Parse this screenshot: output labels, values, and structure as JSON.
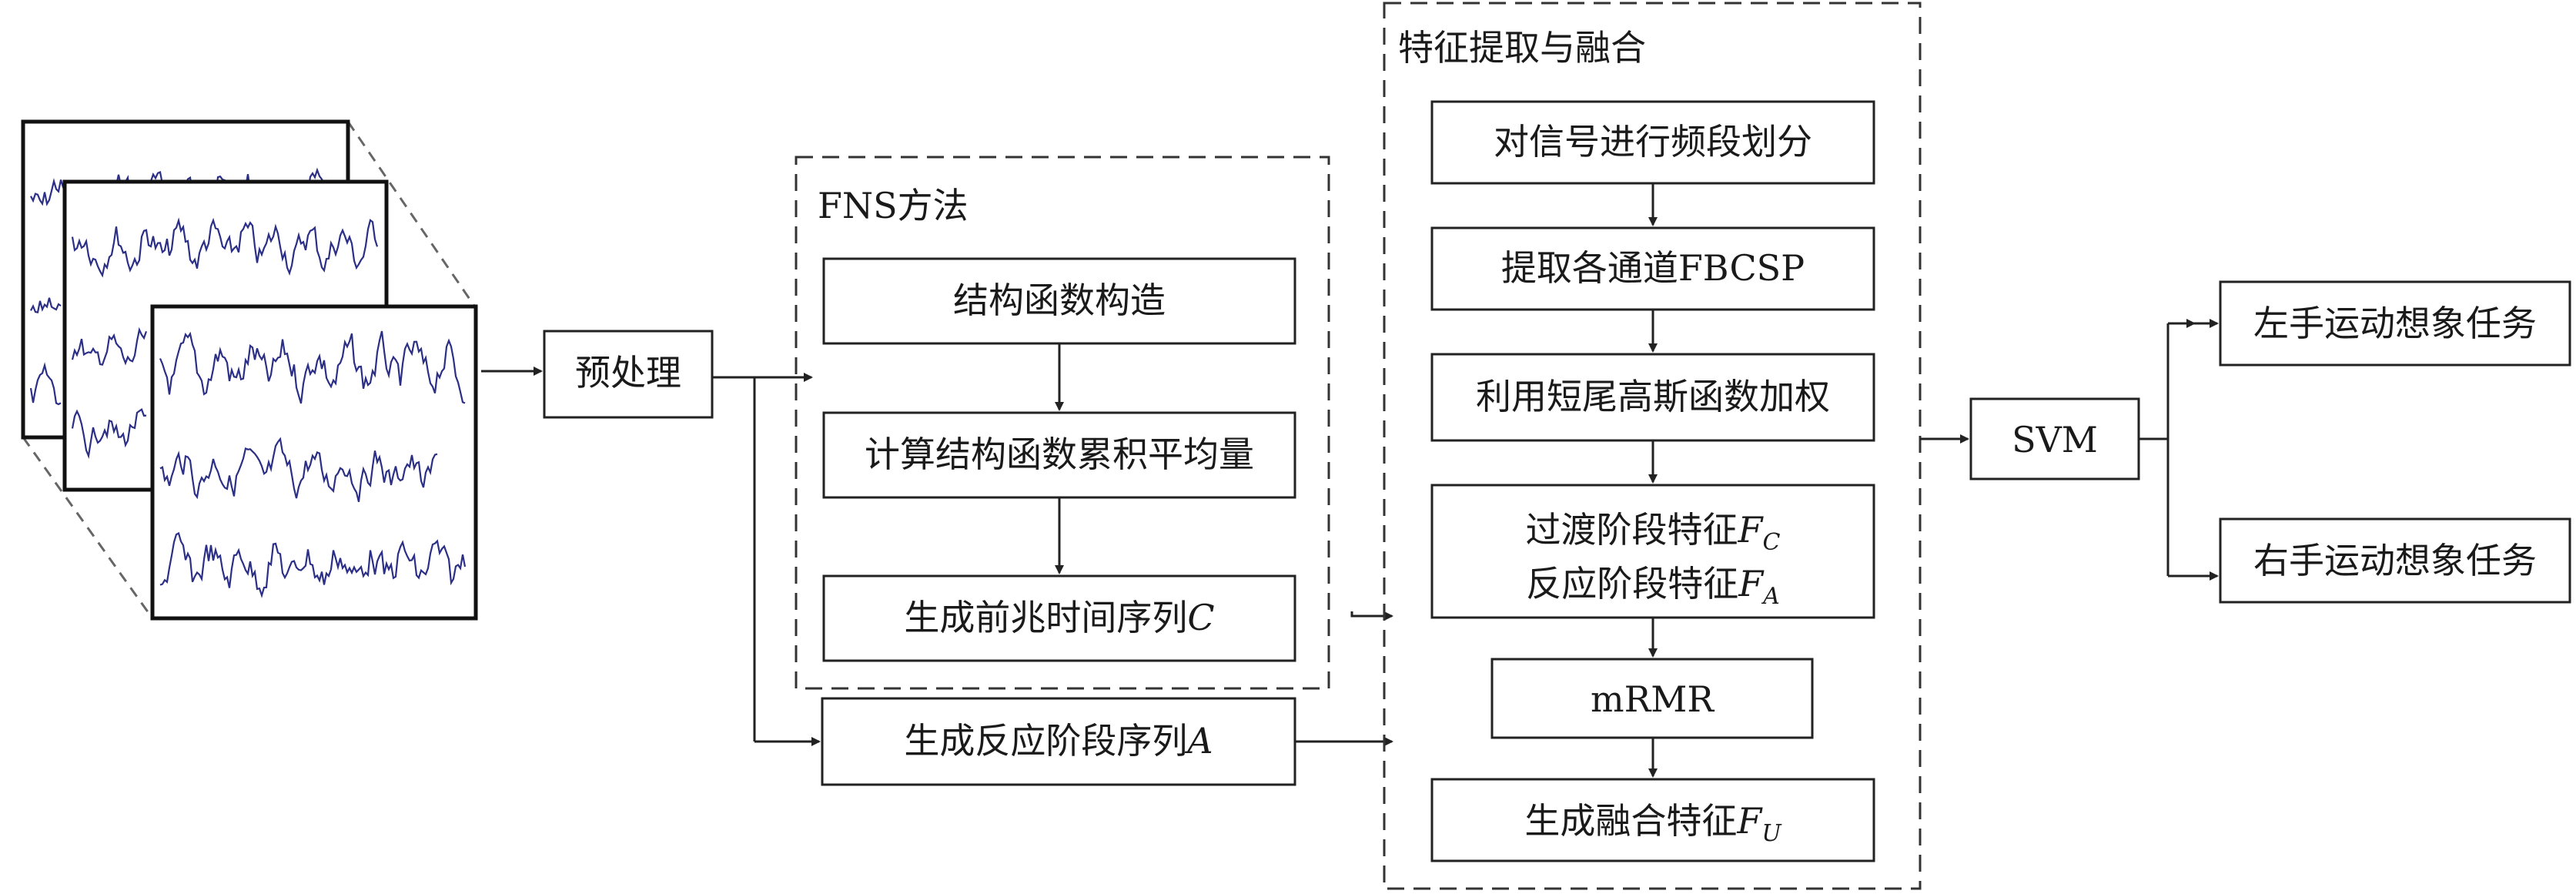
{
  "preprocess": "预处理",
  "fns": {
    "title": "FNS方法",
    "step1": "结构函数构造",
    "step2": "计算结构函数累积平均量",
    "step3_text": "生成前兆时间序列",
    "step3_var": "C"
  },
  "reaction_seq": {
    "text": "生成反应阶段序列",
    "var": "A"
  },
  "feature": {
    "title": "特征提取与融合",
    "step1": "对信号进行频段划分",
    "step2": "提取各通道FBCSP",
    "step3": "利用短尾高斯函数加权",
    "step4_line1_text": "过渡阶段特征",
    "step4_line1_var": "F",
    "step4_line1_sub": "C",
    "step4_line2_text": "反应阶段特征",
    "step4_line2_var": "F",
    "step4_line2_sub": "A",
    "step5": "mRMR",
    "step6_text": "生成融合特征",
    "step6_var": "F",
    "step6_sub": "U"
  },
  "svm": "SVM",
  "outputs": {
    "left": "左手运动想象任务",
    "right": "右手运动想象任务"
  },
  "colors": {
    "signal": "#2b2f86",
    "line": "#222222",
    "panel_border": "#111111"
  }
}
